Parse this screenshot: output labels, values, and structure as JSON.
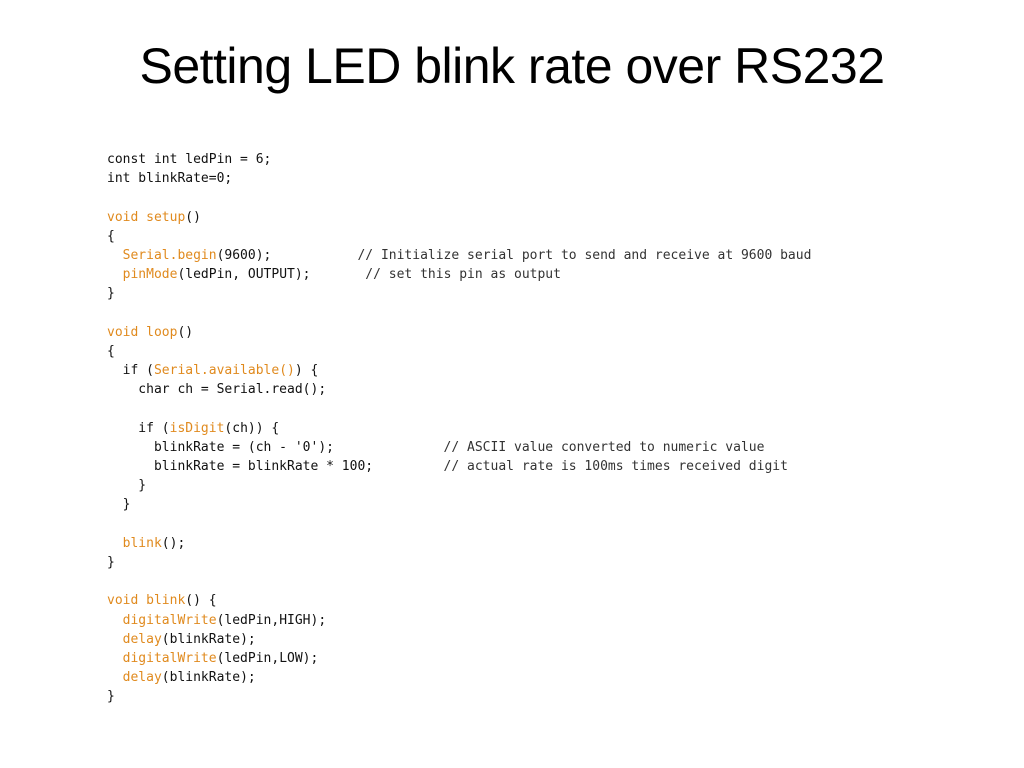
{
  "slide": {
    "title": "Setting LED blink rate over RS232"
  },
  "colors": {
    "background": "#ffffff",
    "text": "#111111",
    "highlight": "#e08a1e"
  },
  "code_lines": [
    [
      {
        "t": "const int ledPin = 6;"
      }
    ],
    [
      {
        "t": "int blinkRate=0;"
      }
    ],
    [],
    [
      {
        "t": "void ",
        "c": "hl"
      },
      {
        "t": "setup",
        "c": "hl"
      },
      {
        "t": "()"
      }
    ],
    [
      {
        "t": "{"
      }
    ],
    [
      {
        "t": "  "
      },
      {
        "t": "Serial.begin",
        "c": "hl"
      },
      {
        "t": "(9600);           "
      },
      {
        "t": "// Initialize serial port to send and receive at 9600 baud",
        "c": "cm"
      }
    ],
    [
      {
        "t": "  "
      },
      {
        "t": "pinMode",
        "c": "hl"
      },
      {
        "t": "(ledPin, OUTPUT);       "
      },
      {
        "t": "// set this pin as output",
        "c": "cm"
      }
    ],
    [
      {
        "t": "}"
      }
    ],
    [],
    [
      {
        "t": "void ",
        "c": "hl"
      },
      {
        "t": "loop",
        "c": "hl"
      },
      {
        "t": "()"
      }
    ],
    [
      {
        "t": "{"
      }
    ],
    [
      {
        "t": "  if ("
      },
      {
        "t": "Serial.available()",
        "c": "hl"
      },
      {
        "t": ") {"
      }
    ],
    [
      {
        "t": "    char ch = Serial.read();"
      }
    ],
    [],
    [
      {
        "t": "    if ("
      },
      {
        "t": "isDigit",
        "c": "hl"
      },
      {
        "t": "(ch)) {"
      }
    ],
    [
      {
        "t": "      blinkRate = (ch - '0');              "
      },
      {
        "t": "// ASCII value converted to numeric value",
        "c": "cm"
      }
    ],
    [
      {
        "t": "      blinkRate = blinkRate * 100;         "
      },
      {
        "t": "// actual rate is 100ms times received digit",
        "c": "cm"
      }
    ],
    [
      {
        "t": "    }"
      }
    ],
    [
      {
        "t": "  }"
      }
    ],
    [],
    [
      {
        "t": "  "
      },
      {
        "t": "blink",
        "c": "hl"
      },
      {
        "t": "();"
      }
    ],
    [
      {
        "t": "}"
      }
    ],
    [],
    [
      {
        "t": "void ",
        "c": "hl"
      },
      {
        "t": "blink",
        "c": "hl"
      },
      {
        "t": "() {"
      }
    ],
    [
      {
        "t": "  "
      },
      {
        "t": "digitalWrite",
        "c": "hl"
      },
      {
        "t": "(ledPin,HIGH);"
      }
    ],
    [
      {
        "t": "  "
      },
      {
        "t": "delay",
        "c": "hl"
      },
      {
        "t": "(blinkRate);"
      }
    ],
    [
      {
        "t": "  "
      },
      {
        "t": "digitalWrite",
        "c": "hl"
      },
      {
        "t": "(ledPin,LOW);"
      }
    ],
    [
      {
        "t": "  "
      },
      {
        "t": "delay",
        "c": "hl"
      },
      {
        "t": "(blinkRate);"
      }
    ],
    [
      {
        "t": "}"
      }
    ]
  ]
}
